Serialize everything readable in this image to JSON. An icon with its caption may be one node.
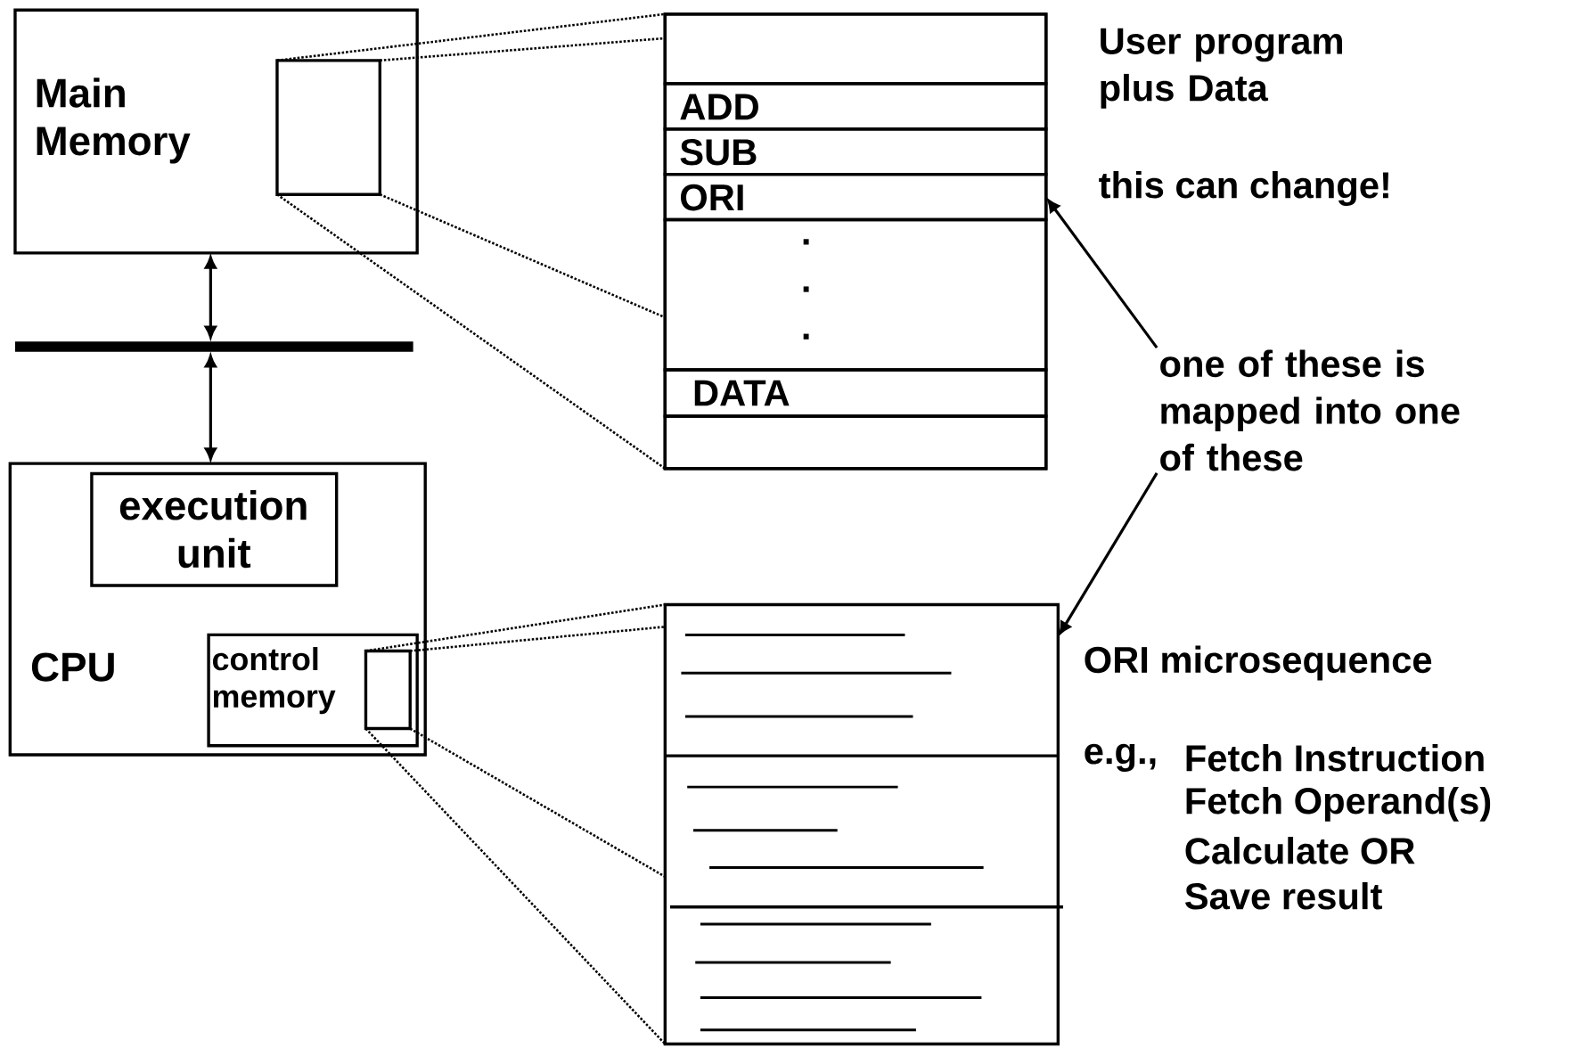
{
  "diagram": {
    "nodes": [
      {
        "text": [
          "Main Memory"
        ]
      },
      {
        "text": [],
        "shape": "box",
        "in": 0
      },
      {
        "text": [],
        "shape": "box"
      },
      {
        "text": [],
        "shape": "box",
        "in": 2
      },
      {
        "text": [
          "ADD"
        ],
        "in": 2
      },
      {
        "text": [
          "SUB"
        ],
        "in": 2
      },
      {
        "text": [
          "ORI"
        ],
        "in": 2
      },
      {
        "text": [
          ".",
          ".",
          "."
        ],
        "in": 2
      },
      {
        "text": [
          "DATA"
        ],
        "in": 2
      },
      {
        "text": [],
        "shape": "box",
        "in": 2
      },
      {
        "text": [],
        "shape": "bar"
      },
      {
        "text": [
          "CPU"
        ]
      },
      {
        "text": [
          "execution unit"
        ],
        "in": 11
      },
      {
        "text": [
          "control memory"
        ],
        "in": 11
      },
      {
        "text": [],
        "shape": "box",
        "in": 13
      },
      {
        "text": [],
        "shape": "box"
      },
      {
        "text": [
          "one of these is mapped into one of these"
        ]
      }
    ],
    "edges": [
      {
        "from": 1,
        "to": 2,
        "arrow": "none",
        "style": "dashed"
      },
      {
        "from": 1,
        "to": 2,
        "arrow": "none",
        "style": "dashed"
      },
      {
        "from": 1,
        "to": 2,
        "arrow": "none",
        "style": "dashed"
      },
      {
        "from": 1,
        "to": 2,
        "arrow": "none",
        "style": "dashed"
      },
      {
        "from": 0,
        "to": 10,
        "arrow": "both"
      },
      {
        "from": 10,
        "to": 11,
        "arrow": "both"
      },
      {
        "from": 14,
        "to": 15,
        "arrow": "none",
        "style": "dashed"
      },
      {
        "from": 14,
        "to": 15,
        "arrow": "none",
        "style": "dashed"
      },
      {
        "from": 14,
        "to": 15,
        "arrow": "none",
        "style": "dashed"
      },
      {
        "from": 14,
        "to": 15,
        "arrow": "none",
        "style": "dashed"
      },
      {
        "from": 16,
        "to": 6,
        "arrow": "to"
      },
      {
        "from": 16,
        "to": 15,
        "arrow": "to"
      }
    ],
    "labels": [
      "User program plus Data",
      "this can change!",
      "ORI microsequence",
      "e.g.,",
      "Fetch Instruction",
      "Fetch Operand(s)",
      "Calculate OR",
      "Save result"
    ]
  }
}
